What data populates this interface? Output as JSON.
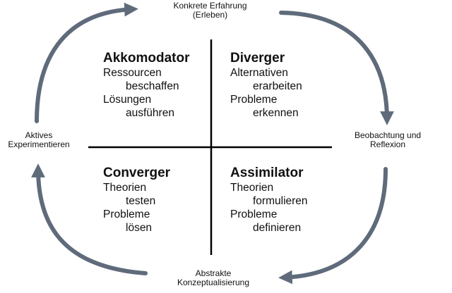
{
  "poles": {
    "top": [
      "Konkrete Erfahrung",
      "(Erleben)"
    ],
    "right": [
      "Beobachtung und",
      "Reflexion"
    ],
    "bottom": [
      "Abstrakte",
      "Konzeptualisierung"
    ],
    "left": [
      "Aktives",
      "Experimentieren"
    ]
  },
  "quadrants": {
    "top_left": {
      "title": "Akkomodator",
      "lines": [
        "Ressourcen",
        "beschaffen",
        "Lösungen",
        "ausführen"
      ]
    },
    "top_right": {
      "title": "Diverger",
      "lines": [
        "Alternativen",
        "erarbeiten",
        "Probleme",
        "erkennen"
      ]
    },
    "bottom_left": {
      "title": "Converger",
      "lines": [
        "Theorien",
        "testen",
        "Probleme",
        "lösen"
      ]
    },
    "bottom_right": {
      "title": "Assimilator",
      "lines": [
        "Theorien",
        "formulieren",
        "Probleme",
        "definieren"
      ]
    }
  },
  "colors": {
    "arrow": "#5f6b7b",
    "divider": "#000000"
  }
}
